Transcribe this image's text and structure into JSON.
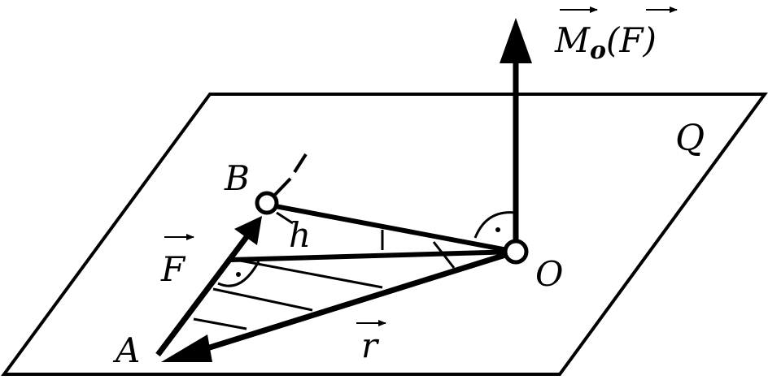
{
  "diagram": {
    "plane_label": "Q",
    "moment_label_M": "M",
    "moment_label_sub": "o",
    "moment_label_args": "(F)",
    "force_label": "F",
    "radius_label": "r",
    "arm_label": "h",
    "point_A": "A",
    "point_B": "B",
    "point_O": "O"
  },
  "colors": {
    "ink": "#000000",
    "background": "#ffffff"
  }
}
